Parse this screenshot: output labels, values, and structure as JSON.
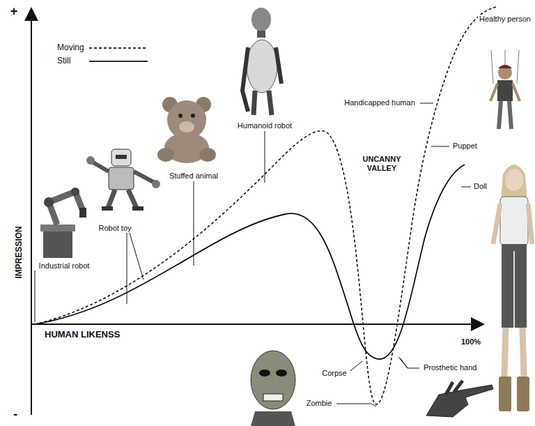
{
  "diagram": {
    "labels": [
      "+",
      "-",
      "IMPRESSION",
      "HUMAN LIKENSS",
      "100%",
      "Industrial robot",
      "Robot toy",
      "Stuffed animal",
      "Humanoid robot",
      "Handicapped human",
      "Healthy person",
      "UNCANNY VALLEY",
      "Puppet",
      "Doll",
      "Corpse",
      "Prosthetic hand",
      "Zombie"
    ],
    "legend": [
      {
        "text": "Moving"
      },
      {
        "text": "Still"
      }
    ]
  }
}
